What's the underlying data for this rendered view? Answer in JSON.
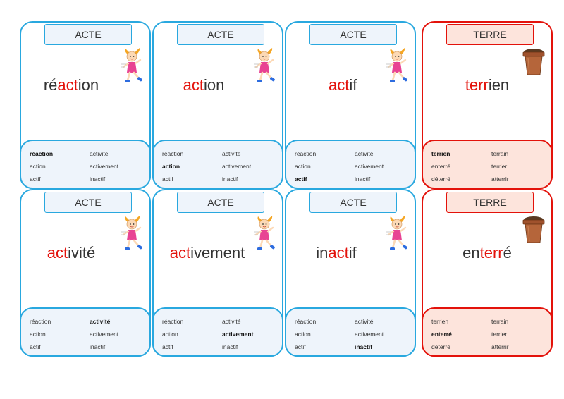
{
  "colors": {
    "acte_border": "#29a8df",
    "acte_fill": "#eef4fb",
    "terre_border": "#e3120b",
    "terre_fill": "#fde4dc",
    "highlight": "#e3120b"
  },
  "icons": {
    "acte": "running-girl-icon",
    "terre": "flower-pot-icon"
  },
  "cards": [
    {
      "family": "ACTE",
      "pre": "ré",
      "root": "act",
      "post": "ion",
      "words": [
        "réaction",
        "activité",
        "action",
        "activement",
        "actif",
        "inactif"
      ],
      "bold": 0
    },
    {
      "family": "ACTE",
      "pre": "",
      "root": "act",
      "post": "ion",
      "words": [
        "réaction",
        "activité",
        "action",
        "activement",
        "actif",
        "inactif"
      ],
      "bold": 2
    },
    {
      "family": "ACTE",
      "pre": "",
      "root": "act",
      "post": "if",
      "words": [
        "réaction",
        "activité",
        "action",
        "activement",
        "actif",
        "inactif"
      ],
      "bold": 4
    },
    {
      "family": "TERRE",
      "pre": "",
      "root": "terr",
      "post": "ien",
      "words": [
        "terrien",
        "terrain",
        "enterré",
        "terrier",
        "déterré",
        "atterrir"
      ],
      "bold": 0
    },
    {
      "family": "ACTE",
      "pre": "",
      "root": "act",
      "post": "ivité",
      "words": [
        "réaction",
        "activité",
        "action",
        "activement",
        "actif",
        "inactif"
      ],
      "bold": 1
    },
    {
      "family": "ACTE",
      "pre": "",
      "root": "act",
      "post": "ivement",
      "words": [
        "réaction",
        "activité",
        "action",
        "activement",
        "actif",
        "inactif"
      ],
      "bold": 3
    },
    {
      "family": "ACTE",
      "pre": "in",
      "root": "act",
      "post": "if",
      "words": [
        "réaction",
        "activité",
        "action",
        "activement",
        "actif",
        "inactif"
      ],
      "bold": 5
    },
    {
      "family": "TERRE",
      "pre": "en",
      "root": "terr",
      "post": "é",
      "words": [
        "terrien",
        "terrain",
        "enterré",
        "terrier",
        "déterré",
        "atterrir"
      ],
      "bold": 2
    }
  ]
}
